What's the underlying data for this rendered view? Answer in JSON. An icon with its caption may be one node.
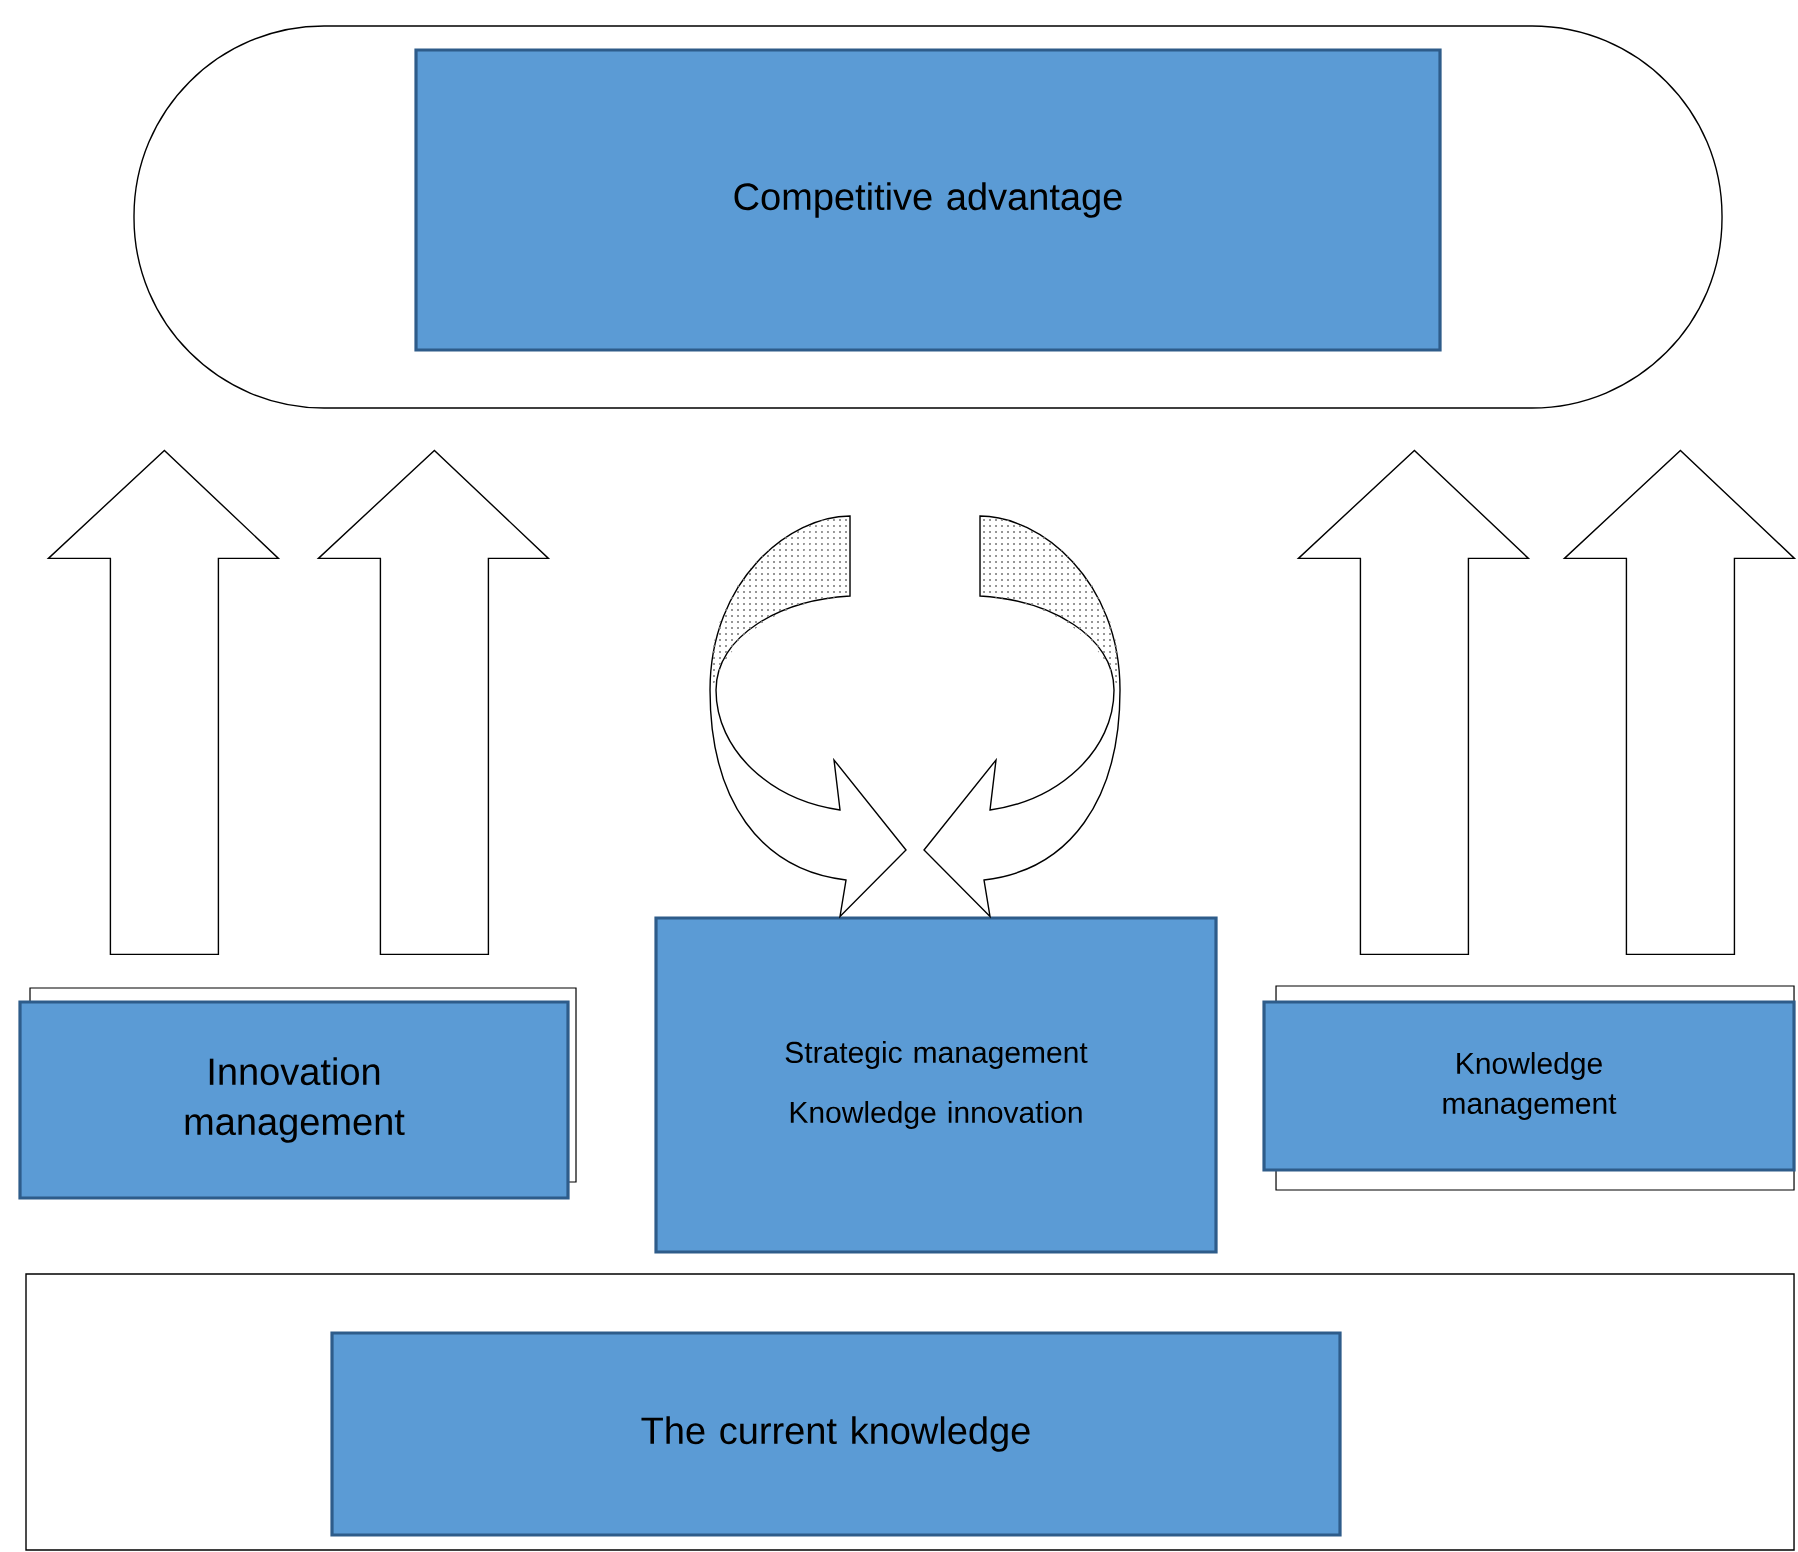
{
  "diagram": {
    "nodes": [
      {
        "text": [],
        "shape": "stadium"
      },
      {
        "text": [
          "Competitive advantage"
        ],
        "in": 0
      },
      {
        "text": [
          "Innovation management"
        ]
      },
      {
        "text": [
          "Strategic management",
          "Knowledge innovation"
        ]
      },
      {
        "text": [
          "Knowledge management"
        ]
      },
      {
        "text": [],
        "shape": "box"
      },
      {
        "text": [
          "The current knowledge"
        ],
        "in": 5
      }
    ],
    "edges": [
      {
        "from": 2,
        "to": 0,
        "arrow": "to"
      },
      {
        "from": 2,
        "to": 0,
        "arrow": "to"
      },
      {
        "from": 4,
        "to": 0,
        "arrow": "to"
      },
      {
        "from": 4,
        "to": 0,
        "arrow": "to"
      },
      {
        "from": null,
        "to": 3,
        "arrow": "to"
      },
      {
        "from": null,
        "to": 3,
        "arrow": "to"
      }
    ]
  }
}
